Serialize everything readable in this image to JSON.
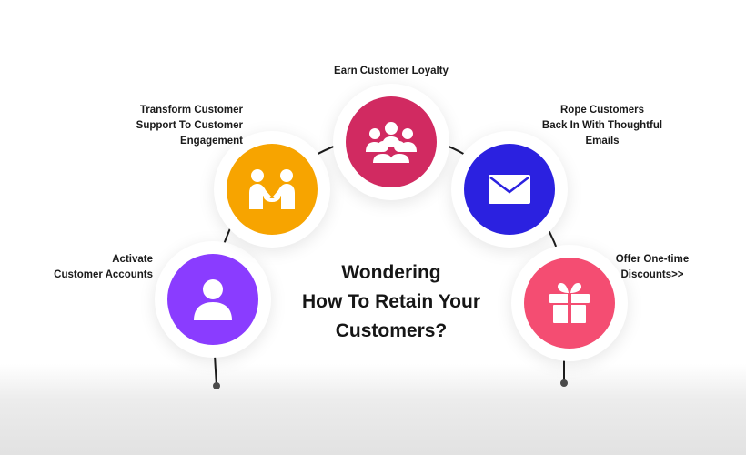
{
  "center_title": {
    "lines": [
      "Wondering",
      "How To Retain Your",
      "Customers?"
    ]
  },
  "steps": [
    {
      "id": "activate",
      "icon": "user-icon",
      "color": "#8a3cff",
      "label_lines": [
        "Activate",
        "Customer Accounts"
      ]
    },
    {
      "id": "transform",
      "icon": "handshake-icon",
      "color": "#f7a400",
      "label_lines": [
        "Transform Customer",
        "Support To Customer",
        "Engagement"
      ]
    },
    {
      "id": "loyalty",
      "icon": "group-icon",
      "color": "#d12a61",
      "label_lines": [
        "Earn Customer Loyalty"
      ]
    },
    {
      "id": "emails",
      "icon": "envelope-icon",
      "color": "#2b21e0",
      "label_lines": [
        "Rope Customers",
        "Back In With Thoughtful",
        "Emails"
      ]
    },
    {
      "id": "discounts",
      "icon": "gift-icon",
      "color": "#f44d72",
      "label_lines": [
        "Offer One-time",
        "Discounts>>"
      ]
    }
  ]
}
